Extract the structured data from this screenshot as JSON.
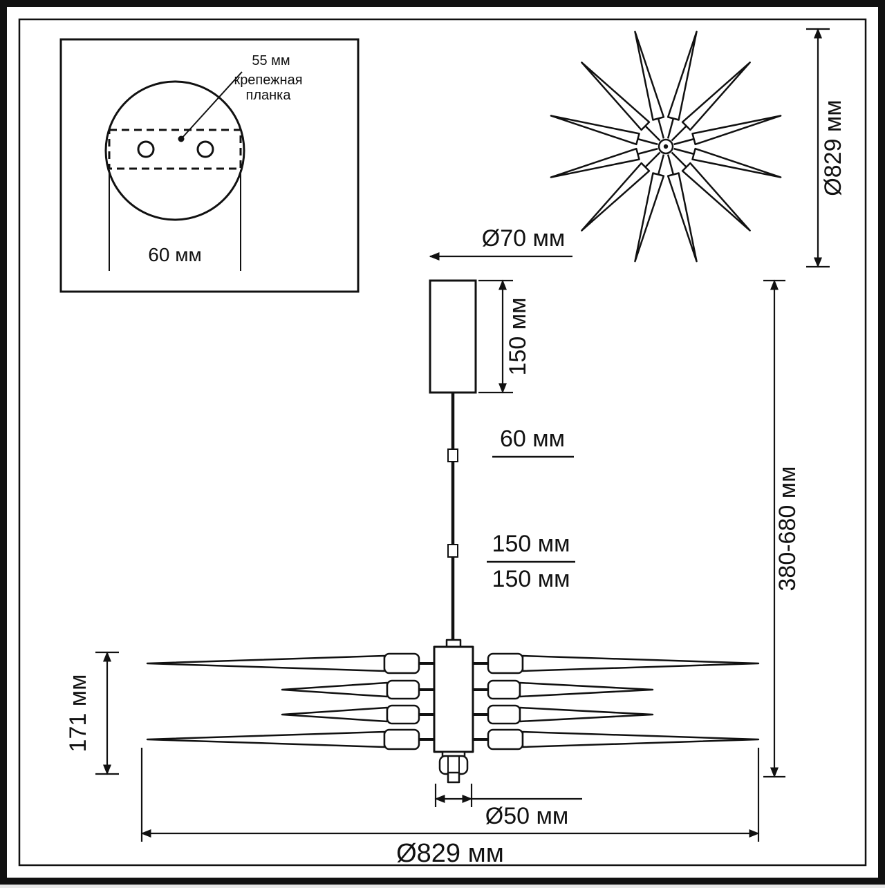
{
  "drawing": {
    "inset": {
      "offset_label": "55 мм",
      "bracket_line1": "крепежная",
      "bracket_line2": "планка",
      "width_label": "60 мм"
    },
    "top_view": {
      "diameter_label": "Ø829 мм"
    },
    "side_view": {
      "canopy_diameter_label": "Ø70 мм",
      "canopy_height_label": "150 мм",
      "stem_section1_label": "60 мм",
      "stem_section2_label": "150 мм",
      "stem_section3_label": "150 мм",
      "height_range_label": "380-680 мм",
      "body_height_label": "171 мм",
      "hub_diameter_label": "Ø50 мм",
      "diameter_label": "Ø829 мм"
    },
    "colors": {
      "ink": "#111111",
      "background": "#ffffff"
    }
  }
}
